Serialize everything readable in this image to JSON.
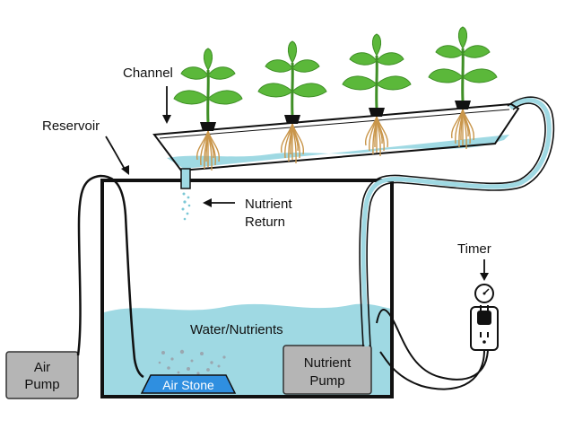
{
  "labels": {
    "channel": "Channel",
    "reservoir": "Reservoir",
    "nutrient_return_line1": "Nutrient",
    "nutrient_return_line2": "Return",
    "timer": "Timer",
    "water_nutrients": "Water/Nutrients",
    "air_pump_line1": "Air",
    "air_pump_line2": "Pump",
    "air_stone": "Air Stone",
    "nutrient_pump_line1": "Nutrient",
    "nutrient_pump_line2": "Pump"
  },
  "colors": {
    "water": "#9fd9e3",
    "water_dark": "#7cc8d6",
    "leaf": "#5bb83a",
    "leaf_dark": "#3f8f26",
    "root": "#c9964b",
    "pump_box": "#b5b5b5",
    "air_stone": "#2f8fe0",
    "outline": "#111111"
  },
  "plants": [
    {
      "name": "plant-1"
    },
    {
      "name": "plant-2"
    },
    {
      "name": "plant-3"
    },
    {
      "name": "plant-4"
    }
  ]
}
